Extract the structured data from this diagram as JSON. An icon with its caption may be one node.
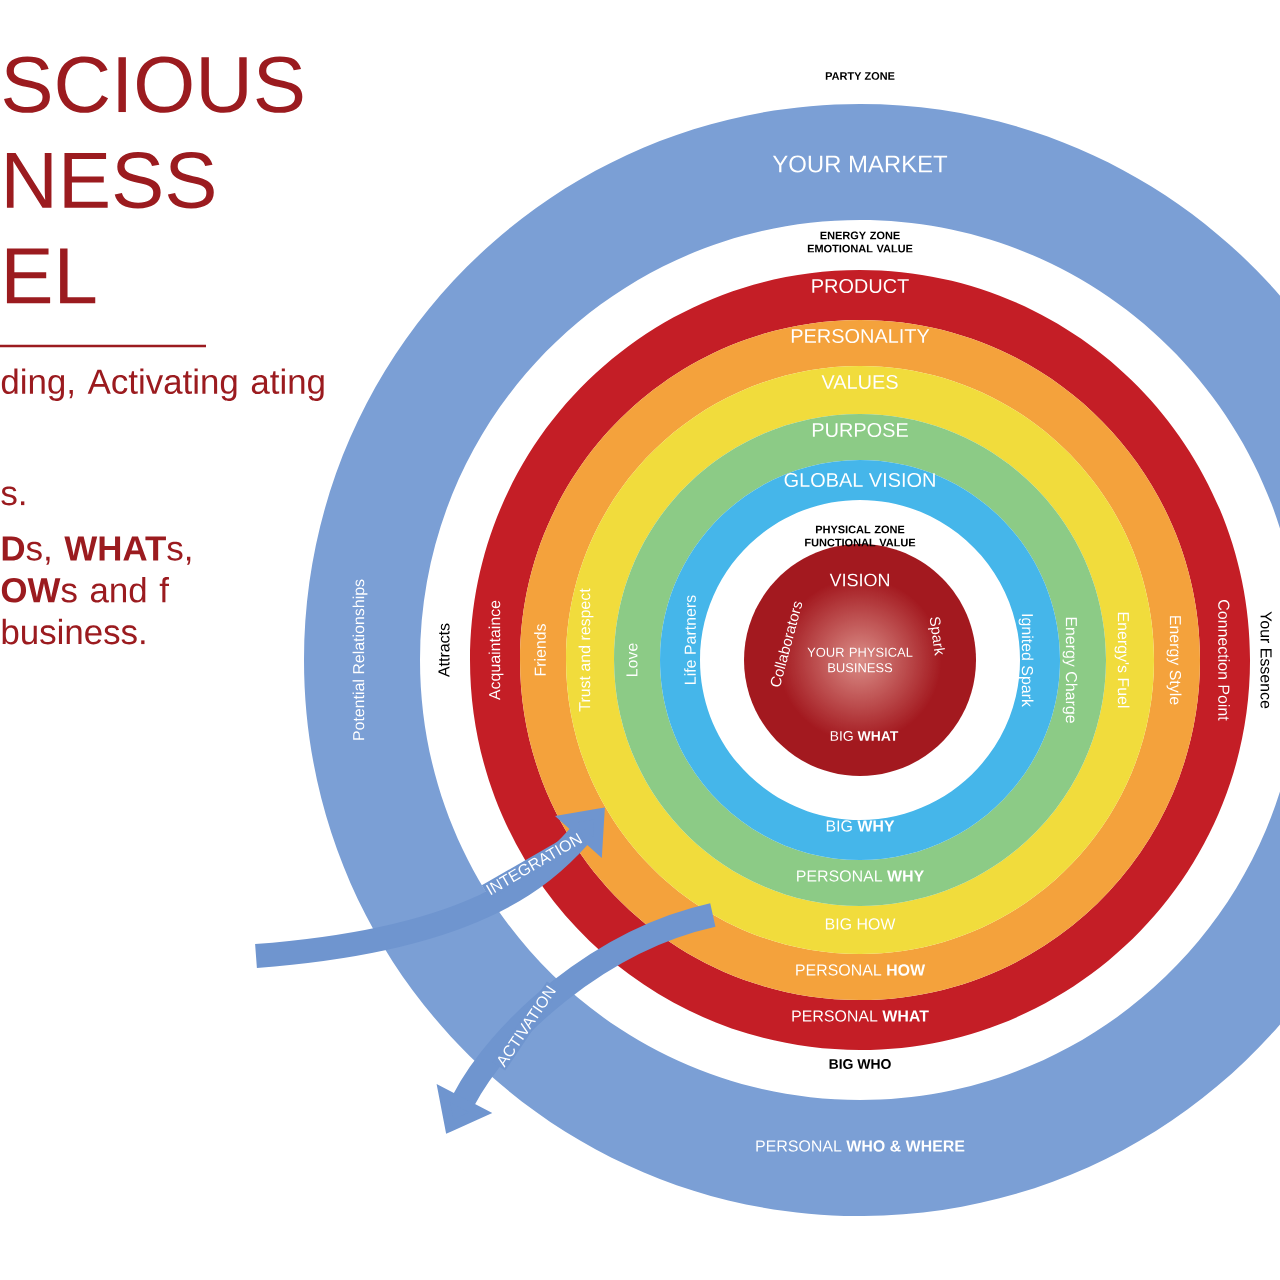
{
  "diagram": {
    "title": "SCIOUS NESS EL",
    "nodes": [
      {
        "text": [
          "YOUR MARKET",
          "Potential Relationships",
          "PERSONAL **WHO & WHERE**"
        ]
      },
      {
        "text": [
          "PRODUCT",
          "Acquaintaince",
          "Connection Point",
          "PERSONAL **WHAT**"
        ],
        "in": 0
      },
      {
        "text": [
          "PERSONALITY",
          "Friends",
          "Energy Style",
          "PERSONAL **HOW**"
        ],
        "in": 1
      },
      {
        "text": [
          "VALUES",
          "Trust and respect",
          "Energy's Fuel",
          "BIG HOW"
        ],
        "in": 2
      },
      {
        "text": [
          "PURPOSE",
          "Love",
          "Energy Charge",
          "PERSONAL **WHY**"
        ],
        "in": 3
      },
      {
        "text": [
          "GLOBAL VISION",
          "Life Partners",
          "Ignited Spark",
          "BIG **WHY**"
        ],
        "in": 4
      },
      {
        "text": [
          "VISION",
          "Collaborators",
          "YOUR PHYSICAL BUSINESS",
          "Spark",
          "BIG **WHAT**"
        ],
        "in": 5
      }
    ],
    "edges": [
      {
        "from": null,
        "to": 3,
        "arrow": "to",
        "label": "INTEGRATION"
      },
      {
        "from": 3,
        "to": null,
        "arrow": "to",
        "label": "ACTIVATION"
      }
    ],
    "labels": [
      "ding, Activating ating",
      "s.",
      "**D**s, **WHAT**s, **OW**s and f business.",
      "PARTY ZONE",
      "ENERGY ZONE EMOTIONAL VALUE",
      "PHYSICAL ZONE FUNCTIONAL VALUE",
      "Attracts",
      "Your Essence",
      "BIG WHO"
    ]
  }
}
